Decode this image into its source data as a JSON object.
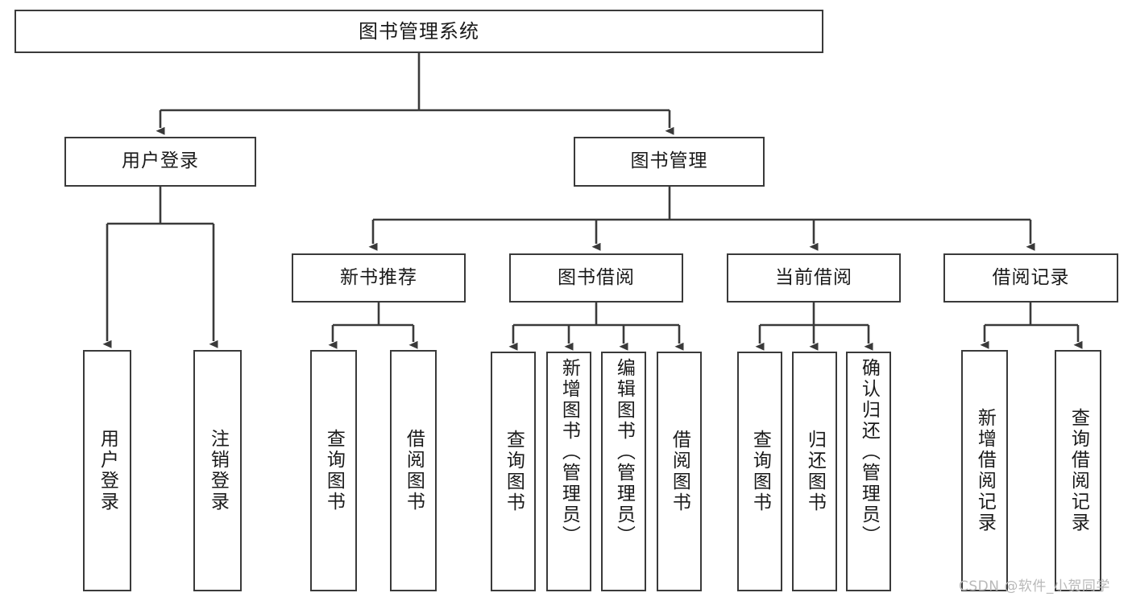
{
  "diagram": {
    "title": "图书管理系统",
    "type": "tree-hierarchy",
    "colors": {
      "stroke": "#3a3a3a",
      "fill": "#ffffff",
      "text": "#1a1a1a",
      "watermark": "#b9b9b9"
    },
    "nodes": {
      "root": {
        "label": "图书管理系统"
      },
      "level2": [
        {
          "label": "用户登录"
        },
        {
          "label": "图书管理"
        }
      ],
      "level3": [
        {
          "label": "新书推荐"
        },
        {
          "label": "图书借阅"
        },
        {
          "label": "当前借阅"
        },
        {
          "label": "借阅记录"
        }
      ],
      "leaves_user_login": [
        {
          "label": "用户登录"
        },
        {
          "label": "注销登录"
        }
      ],
      "leaves_new_book": [
        {
          "label": "查询图书"
        },
        {
          "label": "借阅图书"
        }
      ],
      "leaves_borrow": [
        {
          "label": "查询图书"
        },
        {
          "label": "新增图书（管理员）"
        },
        {
          "label": "编辑图书（管理员）"
        },
        {
          "label": "借阅图书"
        }
      ],
      "leaves_current": [
        {
          "label": "查询图书"
        },
        {
          "label": "归还图书"
        },
        {
          "label": "确认归还（管理员）"
        }
      ],
      "leaves_records": [
        {
          "label": "新增借阅记录"
        },
        {
          "label": "查询借阅记录"
        }
      ]
    }
  },
  "watermark": {
    "text": "CSDN @软件_小贺同学"
  }
}
